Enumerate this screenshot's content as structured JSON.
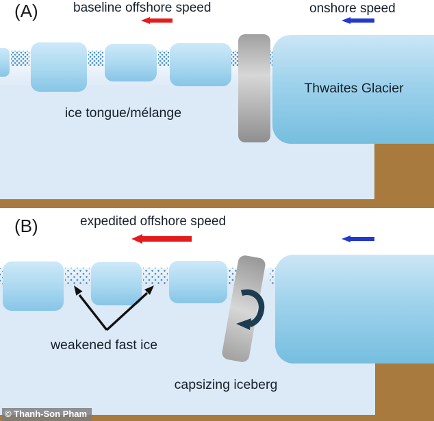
{
  "colors": {
    "water": "#dce9f6",
    "ice_top": "#cde9f8",
    "ice_bottom": "#87c5e7",
    "glacier_top": "#cbe6f6",
    "glacier_bottom": "#76bedf",
    "bedrock": "#a97a3e",
    "berg_light": "#d7d7d7",
    "berg_dark": "#a0a0a0",
    "offshore_arrow": "#e31b1c",
    "onshore_arrow": "#2238cf",
    "rotation_arrow": "#1d3c50",
    "melange_dots": "#4c93c6",
    "ink": "#15202b"
  },
  "panel_a": {
    "tag": "(A)",
    "offshore_speed_label": "baseline offshore speed",
    "onshore_speed_label": "onshore speed",
    "glacier_label": "Thwaites Glacier",
    "ice_tongue_label": "ice tongue/mélange"
  },
  "panel_b": {
    "tag": "(B)",
    "offshore_speed_label": "expedited offshore speed",
    "fast_ice_label": "weakened fast ice",
    "iceberg_label": "capsizing iceberg"
  },
  "credit": {
    "text": "© Thanh-Son Pham"
  }
}
